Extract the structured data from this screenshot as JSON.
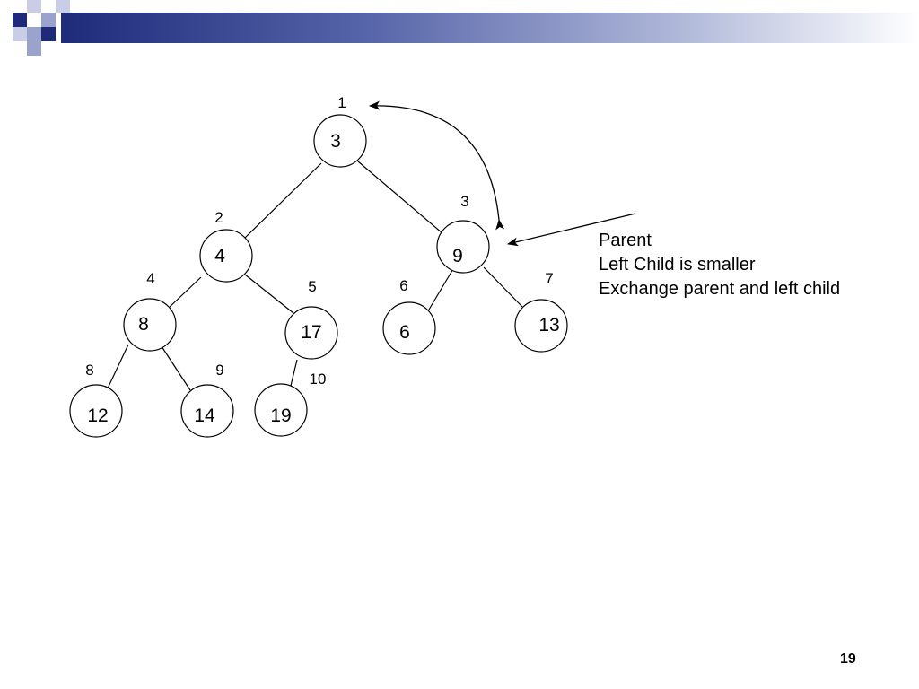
{
  "slide": {
    "page_number": "19",
    "colors": {
      "banner_dark": "#1e2b7a",
      "square_dark": "#1e2b7a",
      "square_light": "#9aa3cc"
    }
  },
  "heap": {
    "nodes": [
      {
        "id": "n1",
        "value": "3",
        "index": "1"
      },
      {
        "id": "n2",
        "value": "4",
        "index": "2"
      },
      {
        "id": "n3",
        "value": "9",
        "index": "3"
      },
      {
        "id": "n4",
        "value": "8",
        "index": "4"
      },
      {
        "id": "n5",
        "value": "17",
        "index": "5"
      },
      {
        "id": "n6",
        "value": "6",
        "index": "6"
      },
      {
        "id": "n7",
        "value": "13",
        "index": "7"
      },
      {
        "id": "n8",
        "value": "12",
        "index": "8"
      },
      {
        "id": "n9",
        "value": "14",
        "index": "9"
      },
      {
        "id": "n10",
        "value": "19",
        "index": "10"
      }
    ]
  },
  "annotation": {
    "line1": "Parent",
    "line2": "Left Child is smaller",
    "line3": "Exchange parent and left child"
  }
}
